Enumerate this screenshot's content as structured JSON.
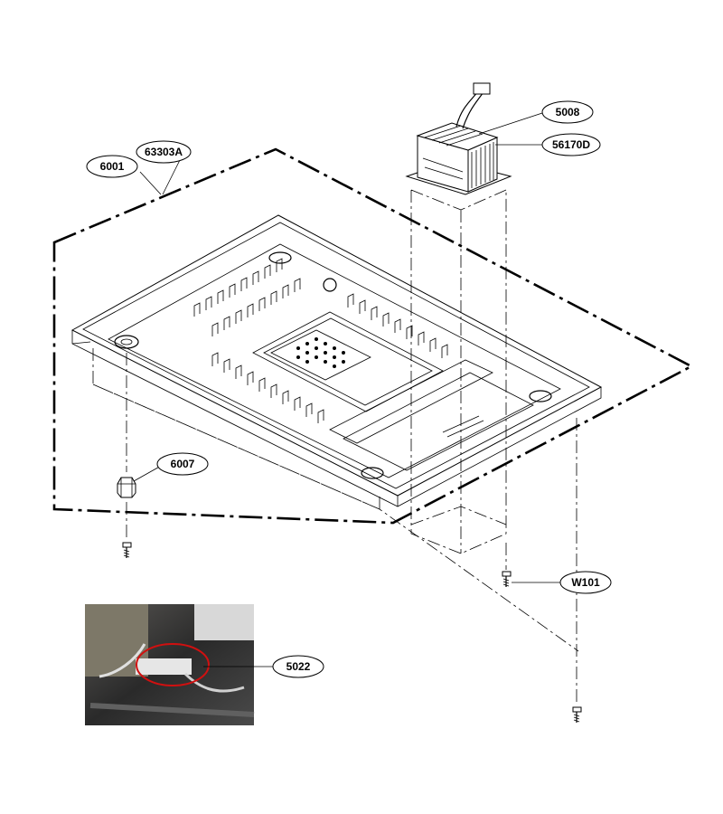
{
  "callouts": {
    "c5008": "5008",
    "c56170D": "56170D",
    "c6001": "6001",
    "c63303A": "63303A",
    "c6007": "6007",
    "cW101": "W101",
    "c5022": "5022"
  },
  "icons": {
    "transformer": "high-voltage-transformer-icon",
    "base_plate": "base-plate-icon",
    "foot": "rubber-foot-icon",
    "screw": "screw-icon",
    "photo": "wiring-photo-inset"
  },
  "colors": {
    "line": "#000000",
    "highlight_ring": "#d01010",
    "photo_bg": "#3a3a3a"
  }
}
